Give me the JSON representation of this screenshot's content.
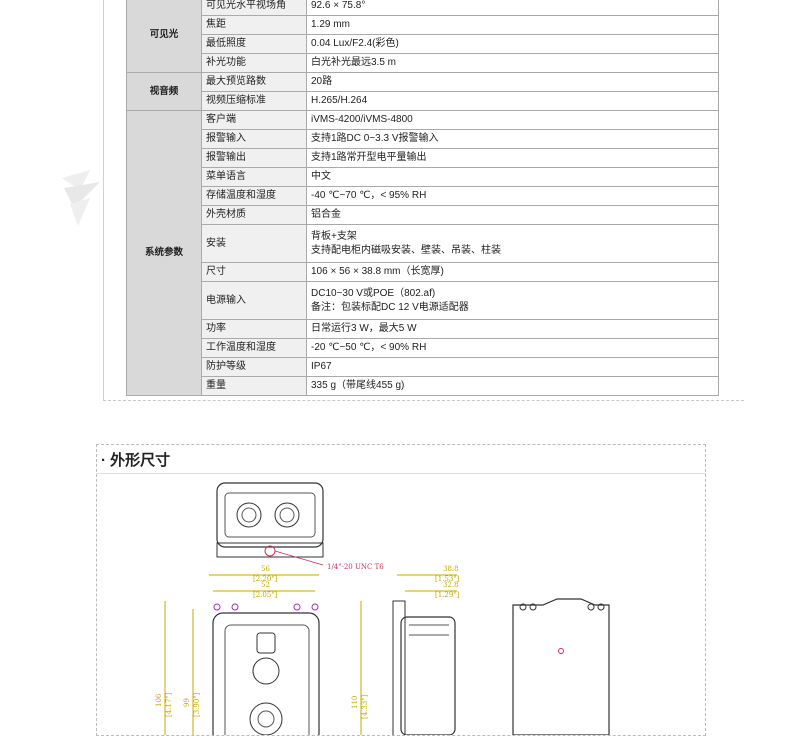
{
  "spec_rows": [
    {
      "name": "可见光水平视场角",
      "value": "92.6 × 75.8°"
    },
    {
      "name": "焦距",
      "value": "1.29 mm"
    },
    {
      "name": "最低照度",
      "value": "0.04 Lux/F2.4(彩色)"
    },
    {
      "name": "补光功能",
      "value": "白光补光最远3.5 m"
    },
    {
      "name": "最大预览路数",
      "value": "20路"
    },
    {
      "name": "视频压缩标准",
      "value": "H.265/H.264"
    },
    {
      "name": "客户端",
      "value": "iVMS-4200/iVMS-4800"
    },
    {
      "name": "报警输入",
      "value": "支持1路DC 0~3.3 V报警输入"
    },
    {
      "name": "报警输出",
      "value": "支持1路常开型电平量输出"
    },
    {
      "name": "菜单语言",
      "value": "中文"
    },
    {
      "name": "存储温度和湿度",
      "value": "-40 ℃~70 ℃，< 95% RH"
    },
    {
      "name": "外壳材质",
      "value": "铝合金"
    },
    {
      "name": "安装",
      "value": "背板+支架",
      "value2": "支持配电柜内磁吸安装、壁装、吊装、柱装"
    },
    {
      "name": "尺寸",
      "value": "106 × 56 × 38.8 mm（长宽厚)"
    },
    {
      "name": "电源输入",
      "value": "DC10~30 V或POE（802.af)",
      "value2": "备注：包装标配DC 12 V电源适配器"
    },
    {
      "name": "功率",
      "value": "日常运行3 W，最大5 W"
    },
    {
      "name": "工作温度和湿度",
      "value": "-20 ℃~50 ℃，< 90% RH"
    },
    {
      "name": "防护等级",
      "value": "IP67"
    },
    {
      "name": "重量",
      "value": "335 g（带尾线455 g)"
    }
  ],
  "categories": {
    "visible": "可见光",
    "av": "视音频",
    "system": "系统参数"
  },
  "section_title": "外形尺寸",
  "dims": {
    "w56": "56",
    "w56in": "[2.20\"]",
    "w52": "52",
    "w52in": "[2.05\"]",
    "thread": "1/4\"-20 UNC T6",
    "d388": "38.8",
    "d388in": "[1.53\"]",
    "d328": "32.8",
    "d328in": "[1.29\"]",
    "h106": "106",
    "h106in": "[4.17\"]",
    "h99": "99",
    "h99in": "[3.90\"]",
    "h110": "110",
    "h110in": "[4.33\"]"
  },
  "colors": {
    "dim_yellow": "#c9a800",
    "dim_red": "#cc3355",
    "dim_purple": "#9b30c0",
    "cat_bg": "#d9d9d9"
  }
}
